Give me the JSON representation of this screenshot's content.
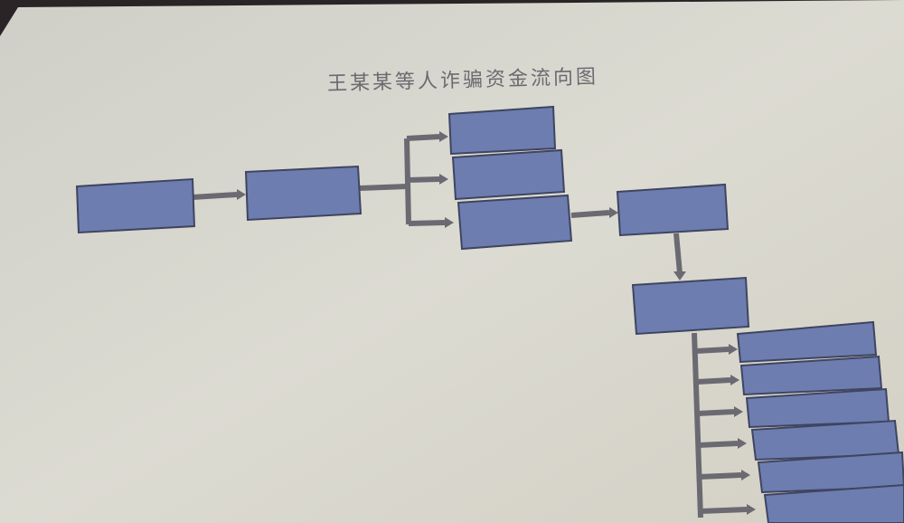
{
  "title": "王某某等人诈骗资金流向图",
  "colors": {
    "paper": "#d8d7ce",
    "box_fill": "#6d7db0",
    "box_border": "#3f4560",
    "connector": "#6b6a72"
  },
  "nodes": [
    {
      "id": "n1",
      "label": ""
    },
    {
      "id": "n2",
      "label": ""
    },
    {
      "id": "n3a",
      "label": ""
    },
    {
      "id": "n3b",
      "label": ""
    },
    {
      "id": "n3c",
      "label": ""
    },
    {
      "id": "n4",
      "label": ""
    },
    {
      "id": "n5",
      "label": ""
    },
    {
      "id": "n6a",
      "label": ""
    },
    {
      "id": "n6b",
      "label": ""
    },
    {
      "id": "n6c",
      "label": ""
    },
    {
      "id": "n6d",
      "label": ""
    },
    {
      "id": "n6e",
      "label": ""
    },
    {
      "id": "n6f",
      "label": ""
    }
  ],
  "edges": [
    [
      "n1",
      "n2"
    ],
    [
      "n2",
      "n3a"
    ],
    [
      "n2",
      "n3b"
    ],
    [
      "n2",
      "n3c"
    ],
    [
      "n3c",
      "n4"
    ],
    [
      "n4",
      "n5"
    ],
    [
      "n5",
      "n6a"
    ],
    [
      "n5",
      "n6b"
    ],
    [
      "n5",
      "n6c"
    ],
    [
      "n5",
      "n6d"
    ],
    [
      "n5",
      "n6e"
    ],
    [
      "n5",
      "n6f"
    ]
  ]
}
